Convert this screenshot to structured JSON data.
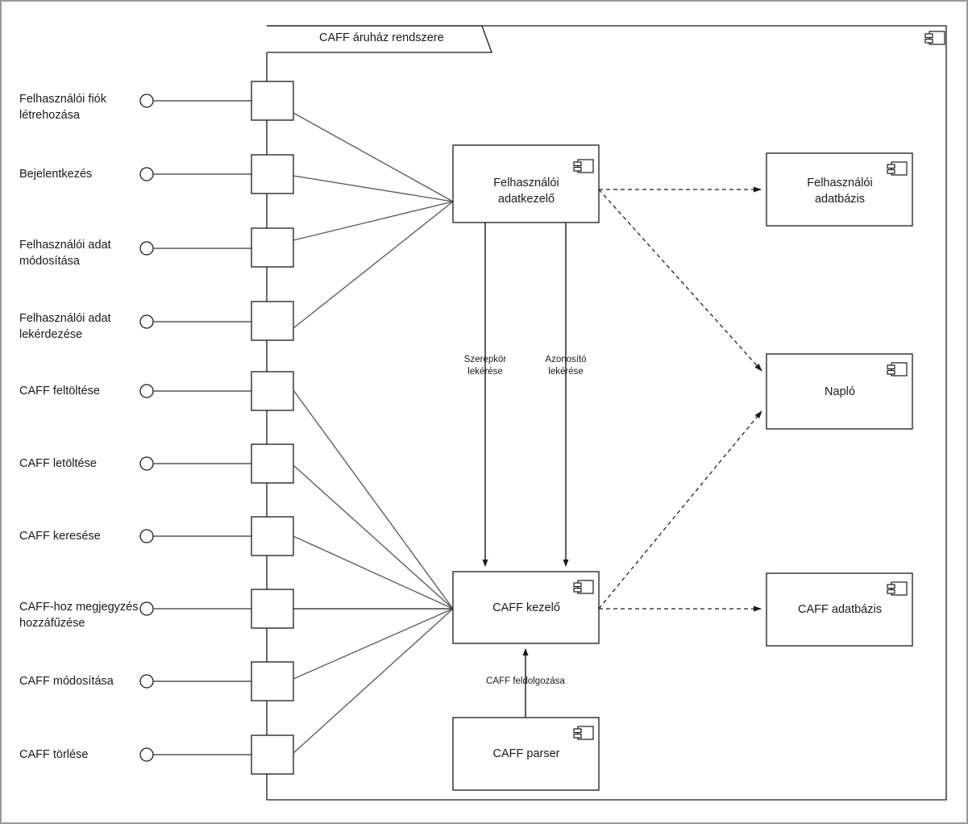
{
  "diagram": {
    "type": "uml-component-diagram",
    "title": "CAFF áruház rendszere",
    "boundary": {
      "label": "CAFF áruház rendszere",
      "icon": "component-icon"
    },
    "provided_interfaces": [
      {
        "id": "uc1",
        "label": "Felhasználói fiók\nlétrehozása",
        "icon": "lollipop-interface-icon",
        "target": "Felhasználói adatkezelő"
      },
      {
        "id": "uc2",
        "label": "Bejelentkezés",
        "icon": "lollipop-interface-icon",
        "target": "Felhasználói adatkezelő"
      },
      {
        "id": "uc3",
        "label": "Felhasználói adat\nmódosítása",
        "icon": "lollipop-interface-icon",
        "target": "Felhasználói adatkezelő"
      },
      {
        "id": "uc4",
        "label": "Felhasználói adat\nlekérdezése",
        "icon": "lollipop-interface-icon",
        "target": "Felhasználói adatkezelő"
      },
      {
        "id": "uc5",
        "label": "CAFF feltöltése",
        "icon": "lollipop-interface-icon",
        "target": "CAFF kezelő"
      },
      {
        "id": "uc6",
        "label": "CAFF letöltése",
        "icon": "lollipop-interface-icon",
        "target": "CAFF kezelő"
      },
      {
        "id": "uc7",
        "label": "CAFF keresése",
        "icon": "lollipop-interface-icon",
        "target": "CAFF kezelő"
      },
      {
        "id": "uc8",
        "label": "CAFF-hoz megjegyzés\nhozzáfűzése",
        "icon": "lollipop-interface-icon",
        "target": "CAFF kezelő"
      },
      {
        "id": "uc9",
        "label": "CAFF módosítása",
        "icon": "lollipop-interface-icon",
        "target": "CAFF kezelő"
      },
      {
        "id": "uc10",
        "label": "CAFF törlése",
        "icon": "lollipop-interface-icon",
        "target": "CAFF kezelő"
      }
    ],
    "components": [
      {
        "id": "felhasznaloi-adatkezelo",
        "label": "Felhasználói\nadatkezelő",
        "icon": "component-icon",
        "inside_boundary": true
      },
      {
        "id": "caff-kezelo",
        "label": "CAFF kezelő",
        "icon": "component-icon",
        "inside_boundary": true
      },
      {
        "id": "caff-parser",
        "label": "CAFF parser",
        "icon": "component-icon",
        "inside_boundary": true
      },
      {
        "id": "felhasznaloi-adatbazis",
        "label": "Felhasználói\nadatbázis",
        "icon": "component-icon",
        "inside_boundary": false
      },
      {
        "id": "naplo",
        "label": "Napló",
        "icon": "component-icon",
        "inside_boundary": false
      },
      {
        "id": "caff-adatbazis",
        "label": "CAFF adatbázis",
        "icon": "component-icon",
        "inside_boundary": false
      }
    ],
    "connections": [
      {
        "from": "felhasznaloi-adatkezelo",
        "to": "caff-kezelo",
        "label": "Szerepkör\nlekérése",
        "style": "solid",
        "arrow": "down"
      },
      {
        "from": "caff-kezelo",
        "to": "felhasznaloi-adatkezelo",
        "label": "Azonosító\nlekérése",
        "style": "solid",
        "arrow": "up-source-down"
      },
      {
        "from": "caff-parser",
        "to": "caff-kezelo",
        "label": "CAFF feldolgozása",
        "style": "solid",
        "arrow": "up"
      },
      {
        "from": "felhasznaloi-adatkezelo",
        "to": "felhasznaloi-adatbazis",
        "label": "",
        "style": "dashed",
        "arrow": "right"
      },
      {
        "from": "felhasznaloi-adatkezelo",
        "to": "naplo",
        "label": "",
        "style": "dashed",
        "arrow": "right"
      },
      {
        "from": "caff-kezelo",
        "to": "caff-adatbazis",
        "label": "",
        "style": "dashed",
        "arrow": "right"
      },
      {
        "from": "caff-kezelo",
        "to": "naplo",
        "label": "",
        "style": "dashed",
        "arrow": "right"
      }
    ],
    "edge_labels": {
      "szerepkor": "Szerepkör\nlekérése",
      "azonosito": "Azonosító\nlekérése",
      "caff_feldolgozasa": "CAFF feldolgozása"
    },
    "colors": {
      "stroke": "#1a1a1a",
      "line": "#555555",
      "background": "#ffffff",
      "canvas_border": "#9a9a9a"
    }
  }
}
